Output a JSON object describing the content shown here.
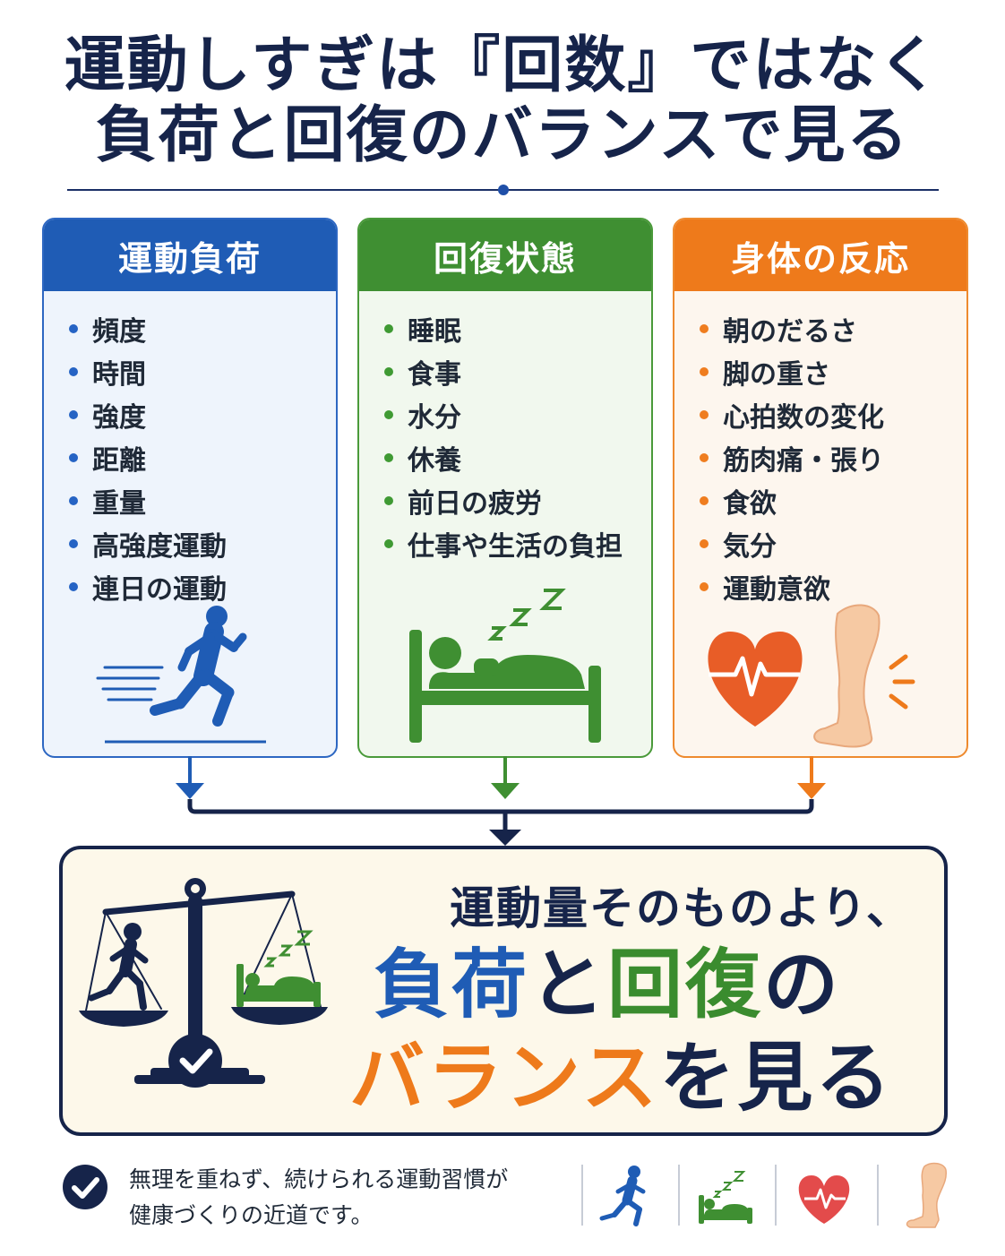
{
  "title": {
    "line1": "運動しすぎは『回数』ではなく",
    "line2": "負荷と回復のバランスで見る"
  },
  "cards": [
    {
      "heading": "運動負荷",
      "items": [
        "頻度",
        "時間",
        "強度",
        "距離",
        "重量",
        "高強度運動",
        "連日の運動"
      ],
      "illustration": "runner-icon"
    },
    {
      "heading": "回復状態",
      "items": [
        "睡眠",
        "食事",
        "水分",
        "休養",
        "前日の疲労",
        "仕事や生活の負担"
      ],
      "illustration": "sleeping-bed-icon"
    },
    {
      "heading": "身体の反応",
      "items": [
        "朝のだるさ",
        "脚の重さ",
        "心拍数の変化",
        "筋肉痛・張り",
        "食欲",
        "気分",
        "運動意欲"
      ],
      "illustration": "heart-and-leg-icon"
    }
  ],
  "result": {
    "line1": "運動量そのものより、",
    "line2_part1": "負荷",
    "line2_part2": "と",
    "line2_part3": "回復",
    "line2_part4": "の",
    "line3_part1": "バランス",
    "line3_part2": "を見る",
    "illustration": "balance-scale-icon"
  },
  "footer": {
    "line1": "無理を重ねず、続けられる運動習慣が",
    "line2": "健康づくりの近道です。",
    "icons": [
      "runner-icon",
      "sleeping-bed-icon",
      "heart-pulse-icon",
      "leg-icon"
    ]
  },
  "colors": {
    "navy": "#16244a",
    "blue": "#1f5cb5",
    "green": "#3f8f32",
    "orange": "#ee7a1b",
    "result_background": "#fdf8ea"
  }
}
